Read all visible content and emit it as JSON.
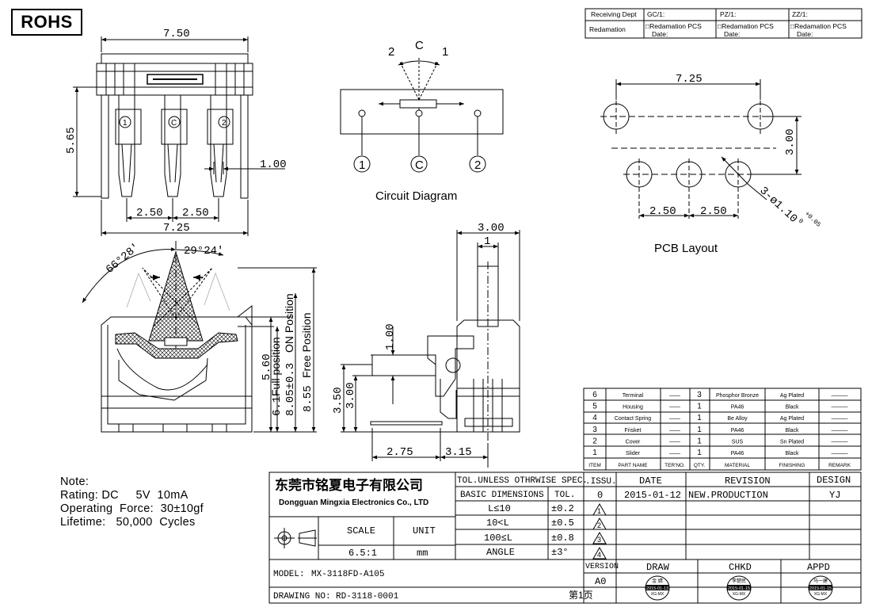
{
  "rohs_label": "ROHS",
  "approval_header": {
    "receiving_dept": "Receiving Dept",
    "redamation": "Redamation",
    "gc": "GC/1:",
    "pz": "PZ/1:",
    "zz": "ZZ/1:",
    "redamation_pcs": "□Redamation  PCS",
    "date": "Date:"
  },
  "front_view": {
    "width_top": "7.50",
    "width_bottom": "7.25",
    "height": "5.65",
    "pin_width": "1.00",
    "pitch_left": "2.50",
    "pitch_right": "2.50",
    "pin_1": "1",
    "pin_c": "C",
    "pin_2": "2"
  },
  "circuit": {
    "title": "Circuit Diagram",
    "label_c": "C",
    "label_1": "1",
    "label_2": "2",
    "pin_1": "1",
    "pin_c": "C",
    "pin_2": "2"
  },
  "pcb": {
    "title": "PCB Layout",
    "width": "7.25",
    "height": "3.00",
    "pitch_left": "2.50",
    "pitch_right": "2.50",
    "hole_spec": "3-ø1.10",
    "tol_plus": "+0.05",
    "tol_minus": "0"
  },
  "side_view": {
    "angle_outer": "66°28'",
    "angle_inner": "29°24'",
    "dim_560": "5.60",
    "label_full": "Full position",
    "dim_61": "6.1",
    "dim_805": "8.05±0.3",
    "label_on": "ON Position",
    "dim_855": "8.55",
    "label_free": "Free Position"
  },
  "end_view": {
    "width_300": "3.00",
    "width_1": "1",
    "dim_100": "1.00",
    "dim_350": "3.50",
    "dim_300v": "3.00",
    "dim_275": "2.75",
    "dim_315": "3.15"
  },
  "notes": {
    "title": "Note:",
    "rating": "Rating: DC     5V  10mA",
    "force": "Operating  Force:  30±10gf",
    "lifetime": "Lifetime:   50,000  Cycles"
  },
  "bom": {
    "headers": [
      "ITEM",
      "PART NAME",
      "TER'NO.",
      "QTY.",
      "MATERIAL",
      "FINISHING",
      "REMARK"
    ],
    "rows": [
      {
        "item": "6",
        "part": "Terminal",
        "ter": "——",
        "qty": "3",
        "material": "Phosphor Bronze",
        "finish": "Ag Plated",
        "remark": "———"
      },
      {
        "item": "5",
        "part": "Housing",
        "ter": "——",
        "qty": "1",
        "material": "PA46",
        "finish": "Black",
        "remark": "———"
      },
      {
        "item": "4",
        "part": "Contact Spring",
        "ter": "——",
        "qty": "1",
        "material": "Be Alloy",
        "finish": "Ag Plated",
        "remark": "———"
      },
      {
        "item": "3",
        "part": "Frisket",
        "ter": "——",
        "qty": "1",
        "material": "PA46",
        "finish": "Black",
        "remark": "———"
      },
      {
        "item": "2",
        "part": "Cover",
        "ter": "——",
        "qty": "1",
        "material": "SUS",
        "finish": "Sn Plated",
        "remark": "———"
      },
      {
        "item": "1",
        "part": "Slider",
        "ter": "——",
        "qty": "1",
        "material": "PA46",
        "finish": "Black",
        "remark": "———"
      }
    ]
  },
  "title_block": {
    "company_cn": "东莞市铭夏电子有限公司",
    "company_en": "Dongguan Mingxia Electronics Co., LTD",
    "tol_spec": "TOL.UNLESS OTHRWISE SPEC.",
    "basic_dim": "BASIC DIMENSIONS",
    "tol": "TOL.",
    "tol_rows": [
      {
        "range": "L≤10",
        "tol": "±0.2",
        "rev": "1"
      },
      {
        "range": "10<L",
        "tol": "±0.5",
        "rev": "2"
      },
      {
        "range": "100≤L",
        "tol": "±0.8",
        "rev": "3"
      },
      {
        "range": "ANGLE",
        "tol": "±3°",
        "rev": "4"
      }
    ],
    "scale_label": "SCALE",
    "unit_label": "UNIT",
    "scale": "6.5:1",
    "unit": "mm",
    "issu": ".ISSU.",
    "date_label": "DATE",
    "revision_label": "REVISION",
    "design_label": "DESIGN",
    "issu_value": "0",
    "date_value": "2015-01-12",
    "revision_value": "NEW.PRODUCTION",
    "design_value": "YJ",
    "model_label": "MODEL:",
    "model": "MX-3118FD-A105",
    "drawing_no_label": "DRAWING NO:",
    "drawing_no": "RD-3118-0001",
    "page": "第1页",
    "version_label": "VERSION",
    "version": "A0",
    "draw_label": "DRAW",
    "chkd_label": "CHKD",
    "appd_label": "APPD"
  },
  "stamps": {
    "draw": {
      "name": "金 婧",
      "date": "2015-01-13",
      "org": "XG-MX"
    },
    "chkd": {
      "name": "李楚民",
      "date": "2015-01-15",
      "org": "XG-MX"
    },
    "appd": {
      "name": "马一建",
      "date": "2015-01-15",
      "org": "XG-MX"
    }
  }
}
